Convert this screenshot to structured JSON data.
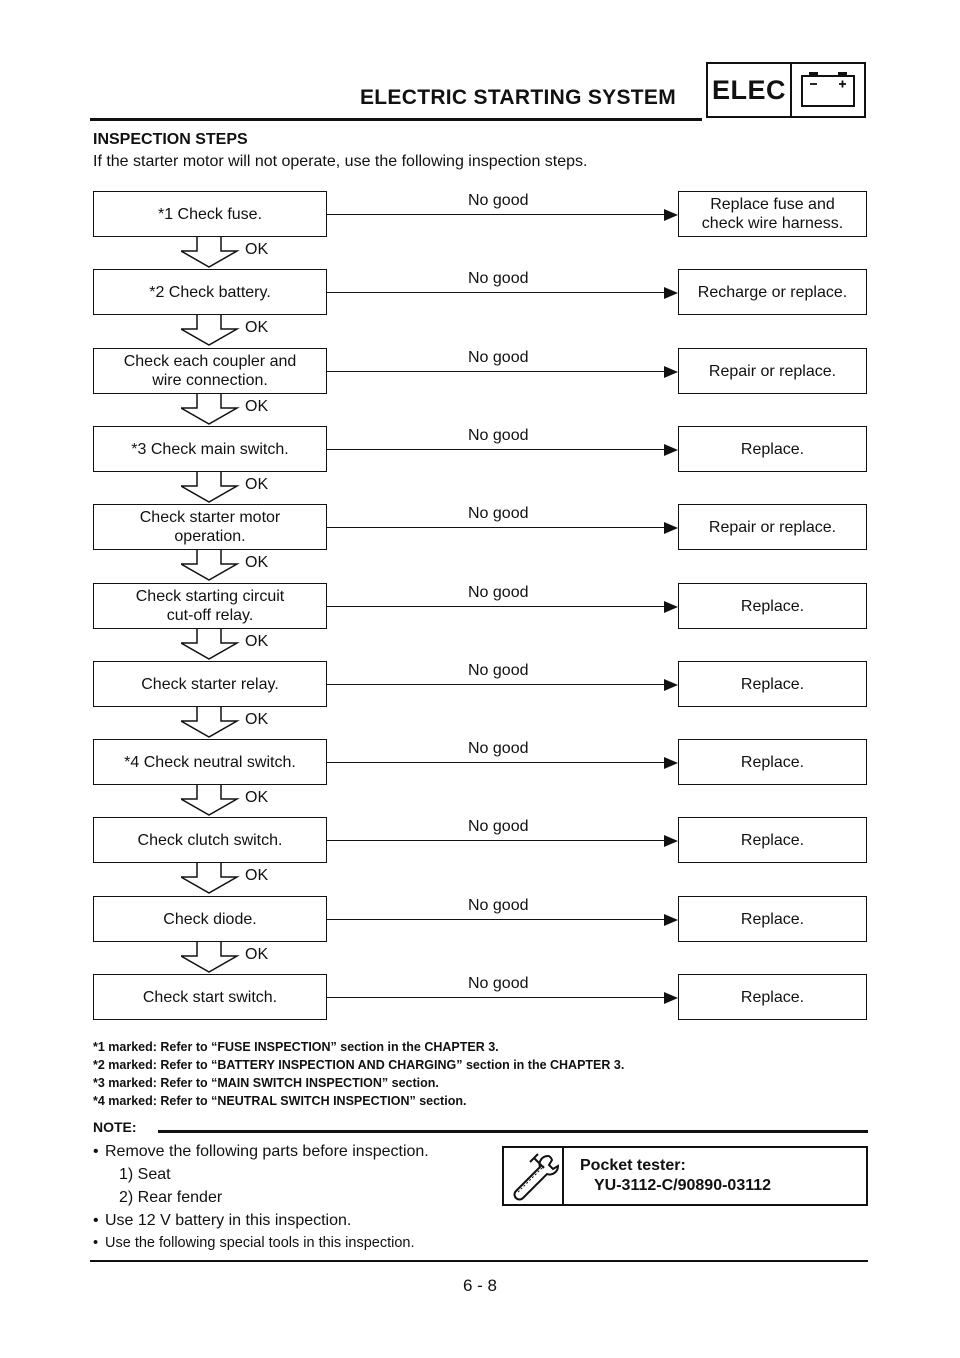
{
  "header": {
    "title": "ELECTRIC STARTING SYSTEM",
    "badge": "ELEC",
    "icon": "battery-icon"
  },
  "section_heading": "INSPECTION STEPS",
  "intro": "If the starter motor will not operate, use the following inspection steps.",
  "flow": {
    "ok_label": "OK",
    "nogood_label": "No good",
    "steps": [
      {
        "check": "*1 Check fuse.",
        "result": "Replace fuse and\ncheck wire harness."
      },
      {
        "check": "*2 Check battery.",
        "result": "Recharge or replace."
      },
      {
        "check": "Check each coupler and\nwire connection.",
        "result": "Repair or replace."
      },
      {
        "check": "*3 Check main switch.",
        "result": "Replace."
      },
      {
        "check": "Check starter motor\noperation.",
        "result": "Repair or replace."
      },
      {
        "check": "Check starting circuit\ncut-off relay.",
        "result": "Replace."
      },
      {
        "check": "Check starter relay.",
        "result": "Replace."
      },
      {
        "check": "*4 Check neutral switch.",
        "result": "Replace."
      },
      {
        "check": "Check clutch switch.",
        "result": "Replace."
      },
      {
        "check": "Check diode.",
        "result": "Replace."
      },
      {
        "check": "Check start switch.",
        "result": "Replace."
      }
    ]
  },
  "footnotes": [
    "*1 marked: Refer to “FUSE INSPECTION” section in the CHAPTER 3.",
    "*2 marked: Refer to “BATTERY INSPECTION AND CHARGING” section in the CHAPTER 3.",
    "*3 marked: Refer to “MAIN SWITCH INSPECTION” section.",
    "*4 marked: Refer to “NEUTRAL SWITCH INSPECTION” section."
  ],
  "note": {
    "label": "NOTE:",
    "items": [
      "Remove the following parts before inspection.",
      "1) Seat",
      "2) Rear fender",
      "Use 12 V battery in this inspection.",
      "Use the following special tools in this inspection."
    ]
  },
  "tool": {
    "icon": "wrench-icon",
    "name": "Pocket tester:",
    "code": "YU-3112-C/90890-03112"
  },
  "page_number": "6 - 8"
}
